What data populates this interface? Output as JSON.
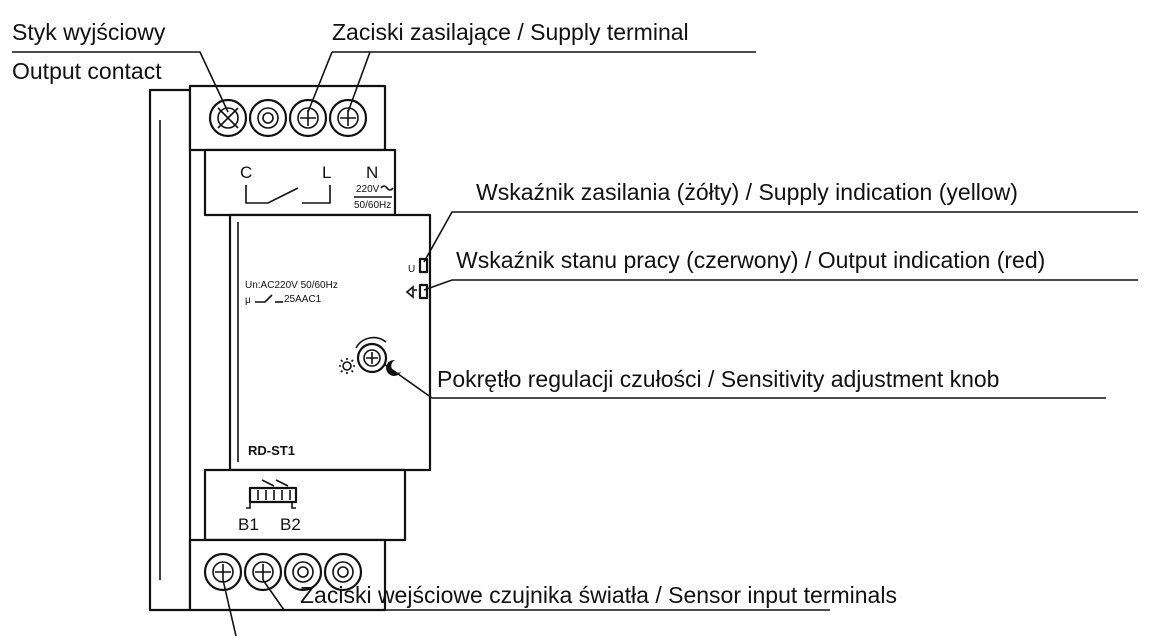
{
  "labels": {
    "output_contact_pl": "Styk wyjściowy",
    "output_contact_en": "Output contact",
    "supply_terminal": "Zaciski zasilające / Supply terminal",
    "supply_indication": "Wskaźnik zasilania (żółty) / Supply indication (yellow)",
    "output_indication": "Wskaźnik stanu pracy (czerwony) / Output indication (red)",
    "sensitivity_knob": "Pokrętło regulacji czułości / Sensitivity adjustment knob",
    "sensor_inputs": "Zaciski wejściowe czujnika światła / Sensor input terminals"
  },
  "device": {
    "terminal_c": "C",
    "terminal_l": "L",
    "terminal_n": "N",
    "voltage": "220V",
    "frequency": "50/60Hz",
    "spec_line1": "Un:AC220V 50/60Hz",
    "spec_line2": "25AAC1",
    "spec_mu": "μ",
    "model": "RD-ST1",
    "led_u_symbol": "U",
    "sensor_b1": "B1",
    "sensor_b2": "B2"
  }
}
